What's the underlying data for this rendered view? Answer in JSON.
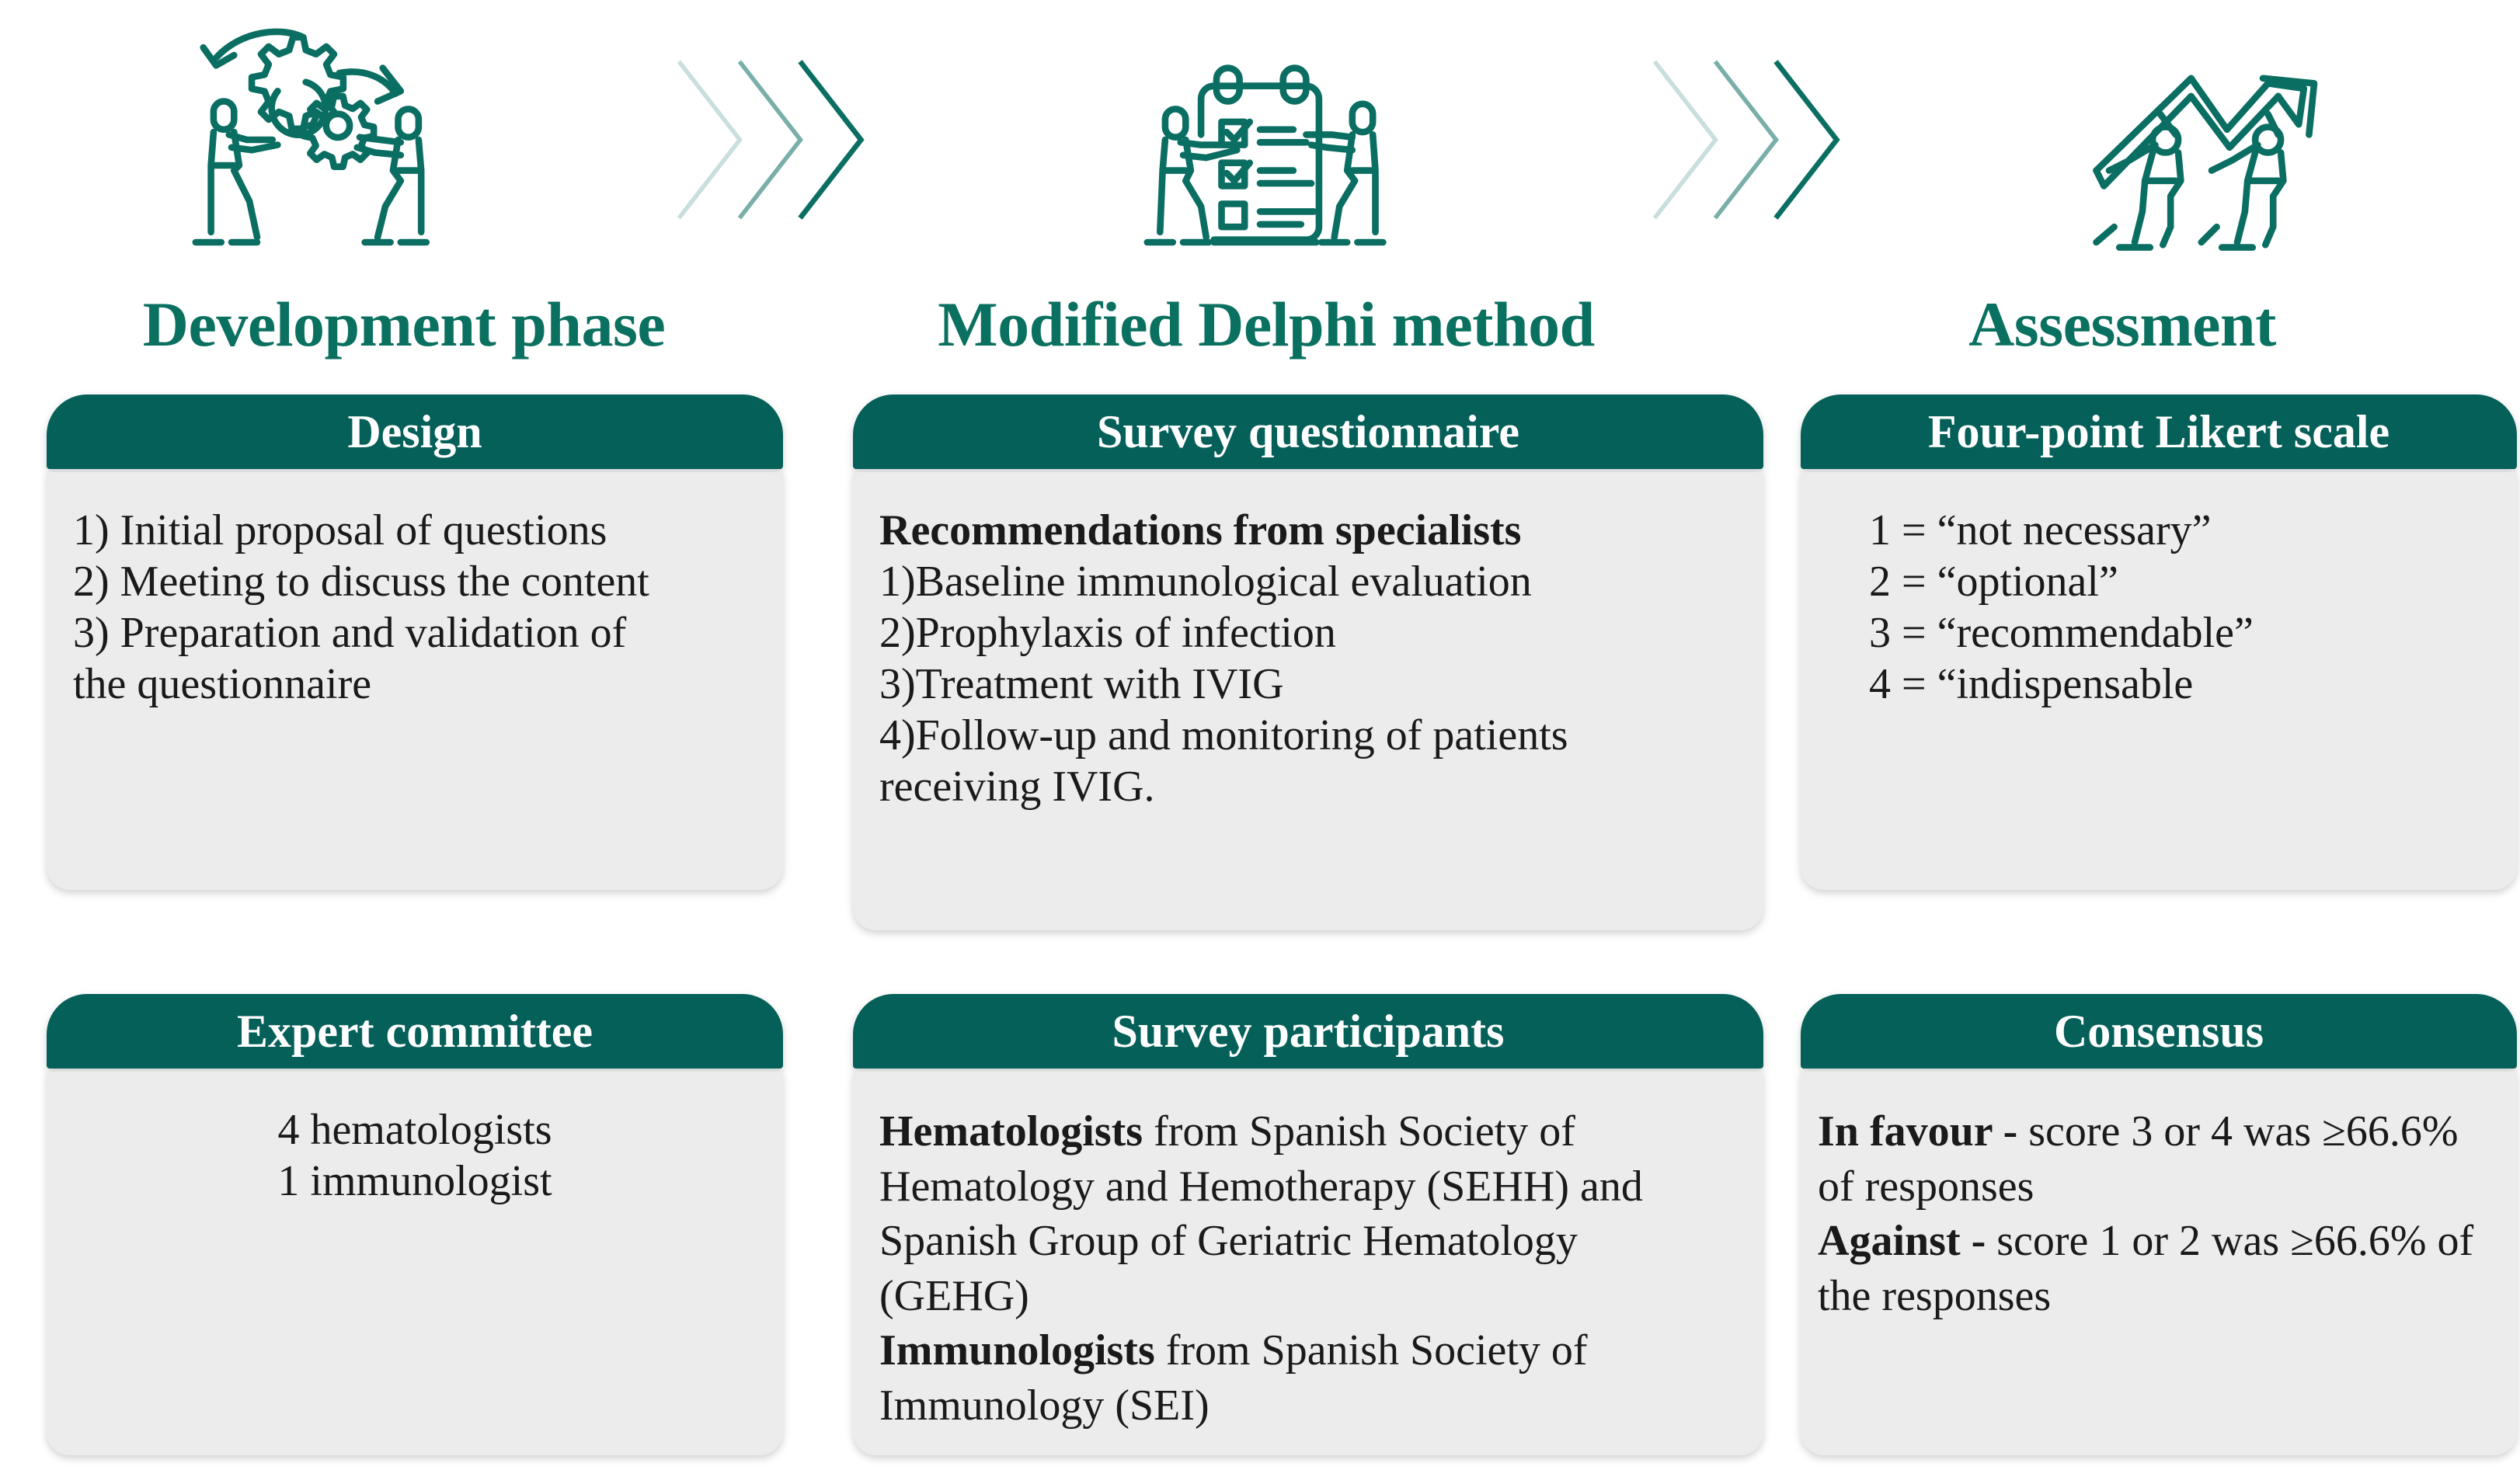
{
  "colors": {
    "teal": "#056059",
    "teal_title": "#0a7060",
    "body_bg": "#ececec",
    "text": "#1a1a1a",
    "white": "#ffffff"
  },
  "phases": [
    {
      "title": "Development phase",
      "icon": "teamwork-gears-icon"
    },
    {
      "title": "Modified Delphi method",
      "icon": "team-checklist-icon"
    },
    {
      "title": "Assessment",
      "icon": "team-growth-arrow-icon"
    }
  ],
  "connectors": [
    {
      "name": "chevron-group-1",
      "chevron_count": 3
    },
    {
      "name": "chevron-group-2",
      "chevron_count": 3
    }
  ],
  "cards": {
    "design": {
      "header": "Design",
      "lines": [
        "1) Initial proposal of questions",
        "2) Meeting to discuss the content",
        "3) Preparation and validation of",
        "the questionnaire"
      ]
    },
    "survey_questionnaire": {
      "header": "Survey questionnaire",
      "intro": "Recommendations from specialists",
      "lines": [
        "1)Baseline immunological evaluation",
        "2)Prophylaxis of infection",
        "3)Treatment with IVIG",
        "4)Follow-up and monitoring of patients",
        "receiving IVIG."
      ]
    },
    "likert": {
      "header": "Four-point Likert scale",
      "lines": [
        "1 = “not necessary”",
        "2 = “optional”",
        "3 = “recommendable”",
        "4 = “indispensable"
      ]
    },
    "expert_committee": {
      "header": "Expert committee",
      "lines": [
        "4 hematologists",
        "1 immunologist"
      ]
    },
    "survey_participants": {
      "header": "Survey participants",
      "group1_label": "Hematologists",
      "group1_text": " from Spanish Society of Hematology and Hemotherapy (SEHH) and Spanish Group of Geriatric Hematology (GEHG)",
      "group2_label": "Immunologists",
      "group2_text": " from Spanish Society of Immunology (SEI)"
    },
    "consensus": {
      "header": "Consensus",
      "favour_label": "In favour -",
      "favour_text": " score 3 or 4 was ≥66.6% of responses",
      "against_label": "Against -",
      "against_text": " score 1 or 2 was ≥66.6% of the responses"
    }
  }
}
